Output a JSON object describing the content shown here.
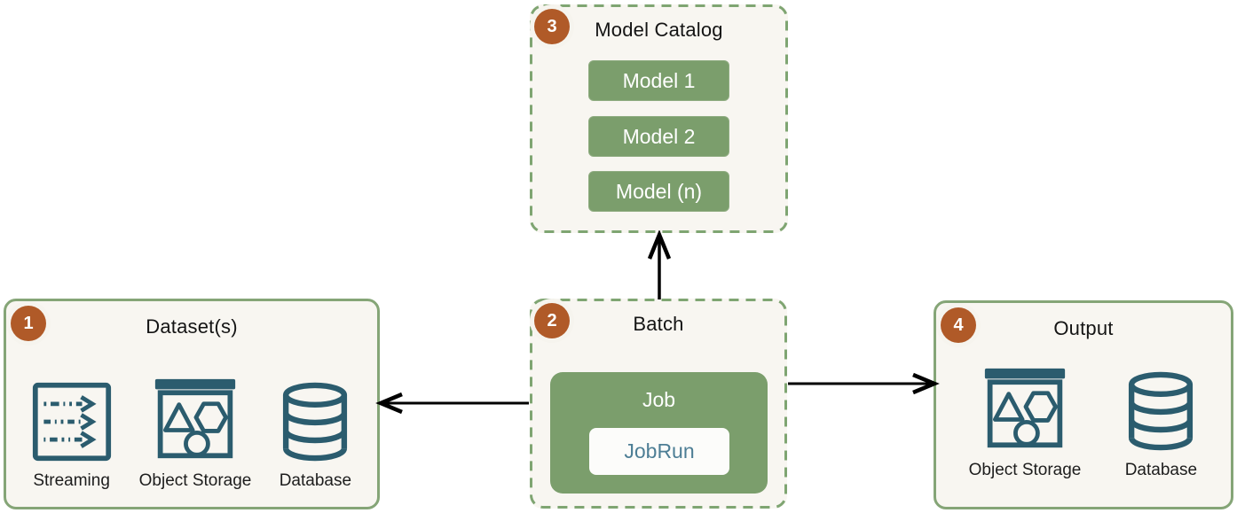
{
  "diagram_type": "architecture-flow",
  "nodes": {
    "datasets": {
      "badge": "1",
      "title": "Dataset(s)",
      "border_style": "solid",
      "items": [
        {
          "icon": "streaming-icon",
          "label": "Streaming"
        },
        {
          "icon": "object-storage-icon",
          "label": "Object Storage"
        },
        {
          "icon": "database-icon",
          "label": "Database"
        }
      ]
    },
    "batch": {
      "badge": "2",
      "title": "Batch",
      "border_style": "dashed",
      "job_label": "Job",
      "jobrun_label": "JobRun"
    },
    "model_catalog": {
      "badge": "3",
      "title": "Model Catalog",
      "border_style": "dashed",
      "models": [
        "Model 1",
        "Model 2",
        "Model (n)"
      ]
    },
    "output": {
      "badge": "4",
      "title": "Output",
      "border_style": "solid",
      "items": [
        {
          "icon": "object-storage-icon",
          "label": "Object Storage"
        },
        {
          "icon": "database-icon",
          "label": "Database"
        }
      ]
    }
  },
  "edges": [
    {
      "from": "Batch",
      "to": "Dataset(s)",
      "direction": "left"
    },
    {
      "from": "Batch",
      "to": "Model Catalog",
      "direction": "up"
    },
    {
      "from": "Batch",
      "to": "Output",
      "direction": "right"
    }
  ],
  "colors": {
    "box_background": "#f8f6f1",
    "solid_border_green": "#85a577",
    "dashed_border_green": "#7fa572",
    "fill_green": "#7b9e6c",
    "badge_orange": "#b05a28",
    "icon_teal": "#2b5c6e",
    "jobrun_text": "#4d7e95",
    "arrow": "#000000"
  }
}
